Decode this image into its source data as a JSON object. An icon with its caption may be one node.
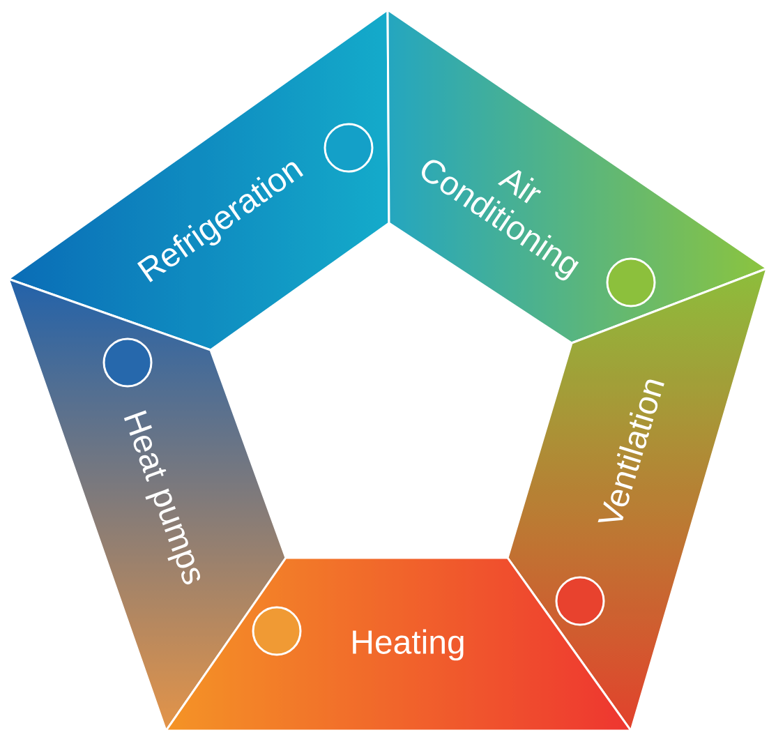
{
  "diagram": {
    "nodes": [
      {
        "text": [
          "Refrigeration"
        ]
      },
      {
        "text": [
          "Air Conditioning"
        ]
      },
      {
        "text": [
          "Ventilation"
        ]
      },
      {
        "text": [
          "Heat pumps"
        ]
      },
      {
        "text": [
          "Heating"
        ]
      }
    ]
  }
}
